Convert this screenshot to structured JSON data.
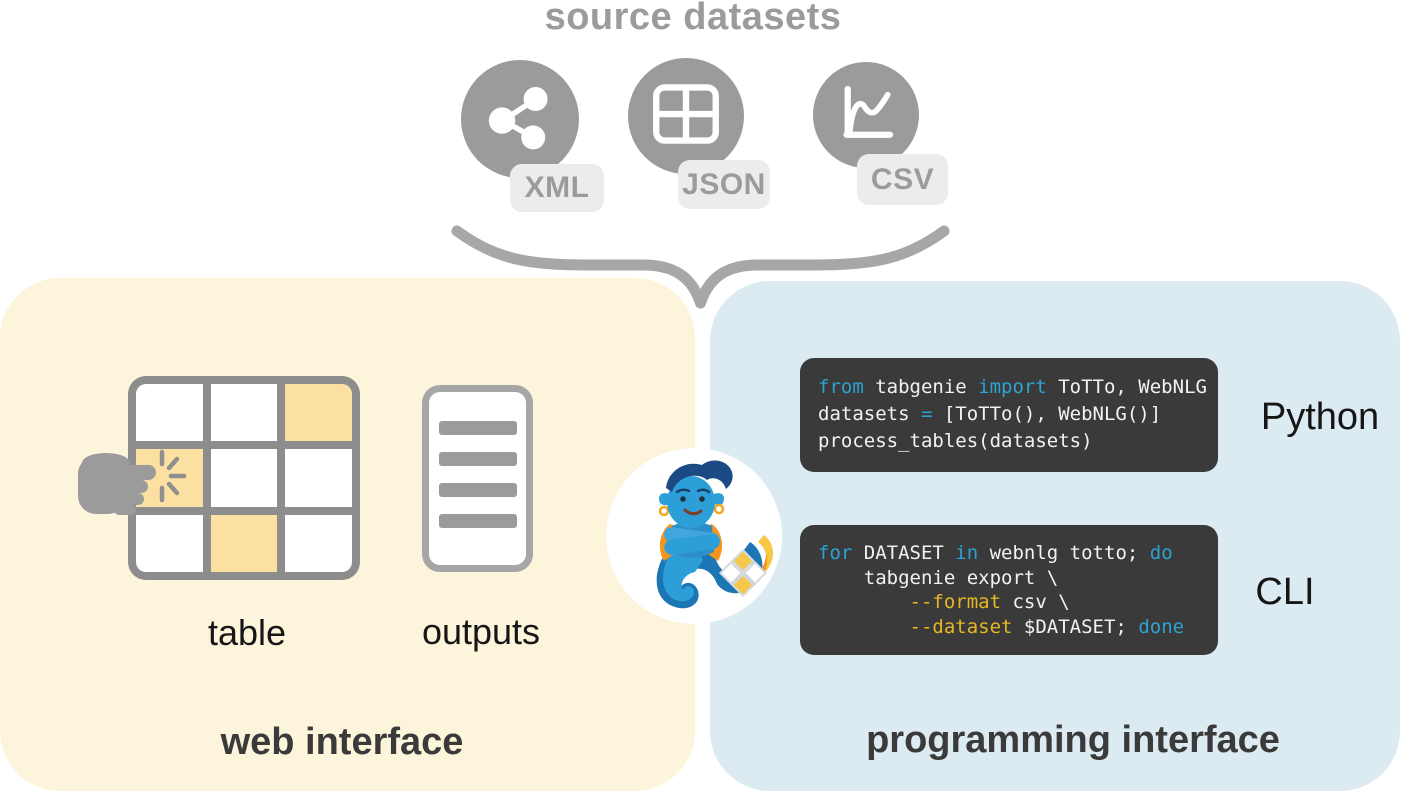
{
  "title": "source datasets",
  "sources": [
    {
      "label": "XML",
      "icon": "share-icon"
    },
    {
      "label": "JSON",
      "icon": "table-grid-icon"
    },
    {
      "label": "CSV",
      "icon": "line-chart-icon"
    }
  ],
  "web_interface": {
    "heading": "web interface",
    "table_label": "table",
    "outputs_label": "outputs",
    "table_cells": [
      "plain",
      "plain",
      "highlight",
      "highlight",
      "plain",
      "plain",
      "plain",
      "highlight",
      "plain"
    ],
    "output_line_count": 4
  },
  "programming_interface": {
    "heading": "programming interface",
    "blocks": [
      {
        "label": "Python",
        "lines": [
          [
            {
              "text": "from",
              "type": "kw"
            },
            {
              "text": " tabgenie ",
              "type": "plain"
            },
            {
              "text": "import",
              "type": "kw"
            },
            {
              "text": " ToTTo, WebNLG",
              "type": "plain"
            }
          ],
          [
            {
              "text": "datasets ",
              "type": "plain"
            },
            {
              "text": "=",
              "type": "kw"
            },
            {
              "text": " [ToTTo(), WebNLG()]",
              "type": "plain"
            }
          ],
          [
            {
              "text": "process_tables(datasets)",
              "type": "plain"
            }
          ]
        ]
      },
      {
        "label": "CLI",
        "lines": [
          [
            {
              "text": "for",
              "type": "kw"
            },
            {
              "text": " DATASET ",
              "type": "plain"
            },
            {
              "text": "in",
              "type": "kw"
            },
            {
              "text": " webnlg totto; ",
              "type": "plain"
            },
            {
              "text": "do",
              "type": "kw"
            }
          ],
          [
            {
              "text": "    tabgenie export \\",
              "type": "plain"
            }
          ],
          [
            {
              "text": "        ",
              "type": "plain"
            },
            {
              "text": "--format",
              "type": "flag"
            },
            {
              "text": " csv \\",
              "type": "plain"
            }
          ],
          [
            {
              "text": "        ",
              "type": "plain"
            },
            {
              "text": "--dataset",
              "type": "flag"
            },
            {
              "text": " $DATASET; ",
              "type": "plain"
            },
            {
              "text": "done",
              "type": "kw"
            }
          ]
        ]
      }
    ]
  },
  "colors": {
    "gray_accent": "#9b9b9b",
    "badge_bg": "#ececec",
    "web_panel_bg": "#fcf4db",
    "prog_panel_bg": "#dceaf2",
    "code_bg": "#3a3a3a",
    "code_keyword": "#2ba3d3",
    "code_flag": "#e8b822",
    "code_text": "#f2f2f2",
    "cell_highlight": "#fbe0a1",
    "heading_dark": "#3a3a3a",
    "mascot_blue": "#2d9fd8",
    "mascot_orange": "#f7941d"
  }
}
